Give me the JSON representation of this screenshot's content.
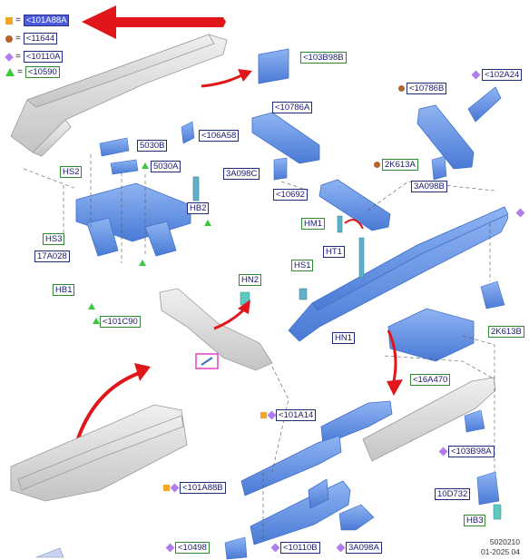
{
  "legend": [
    {
      "symbol": "orange-square",
      "color": "#f5a623",
      "label": "<101A88A",
      "selected": true
    },
    {
      "symbol": "brown-dot",
      "color": "#b5652b",
      "label": "<11644"
    },
    {
      "symbol": "purple-diamond",
      "color": "#b07cf0",
      "label": "<10110A"
    },
    {
      "symbol": "green-triangle",
      "color": "#3cc83c",
      "label": "<10590"
    }
  ],
  "labels": {
    "l103B98B": "<103B98B",
    "l102A24": "<102A24",
    "l10786B": "<10786B",
    "l10786A": "<10786A",
    "l106A58": "<106A58",
    "l5030B": "5030B",
    "l5030A": "5030A",
    "lHS2": "HS2",
    "l3A098C": "3A098C",
    "l2K613A": "2K613A",
    "l3A098B": "3A098B",
    "lHB2": "HB2",
    "l10692": "<10692",
    "lHM1": "HM1",
    "lHS3": "HS3",
    "lHT1": "HT1",
    "l17A028": "17A028",
    "lHS1": "HS1",
    "lHB1": "HB1",
    "lHN2": "HN2",
    "l101C90": "<101C90",
    "lHN1": "HN1",
    "l2K613B": "2K613B",
    "l16A470": "<16A470",
    "l101A14": "<101A14",
    "l103B98A": "<103B98A",
    "l101A88B": "<101A88B",
    "l10D732": "10D732",
    "lHB3": "HB3",
    "l10498": "<10498",
    "l10110B": "<10110B",
    "l3A098A": "3A098A"
  },
  "footer": {
    "code": "5020210",
    "date": "01-2025 04"
  },
  "colors": {
    "part": "#6f9be8",
    "partDark": "#3e6fc9",
    "ghost": "#d6d6d6",
    "ghostEdge": "#9a9a9a",
    "arrow": "#e0161b",
    "pink": "#e040c8"
  }
}
